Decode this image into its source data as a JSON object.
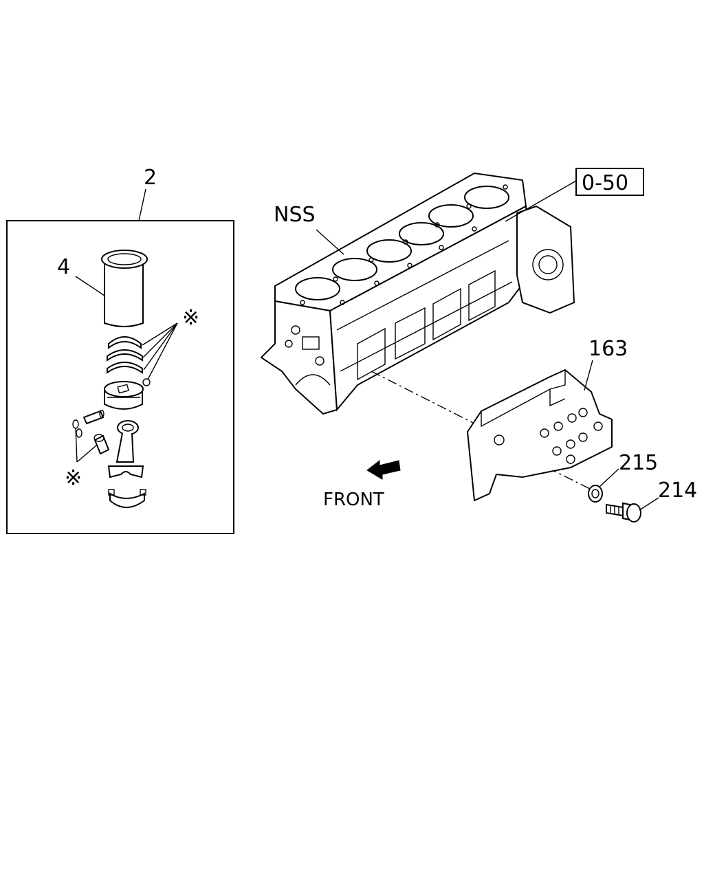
{
  "labels": {
    "assembly": "2",
    "liner": "4",
    "asterisk_top": "※",
    "asterisk_bottom": "※",
    "block": "NSS",
    "reference": "0-50",
    "bracket": "163",
    "washer": "215",
    "bolt": "214",
    "direction": "FRONT"
  }
}
